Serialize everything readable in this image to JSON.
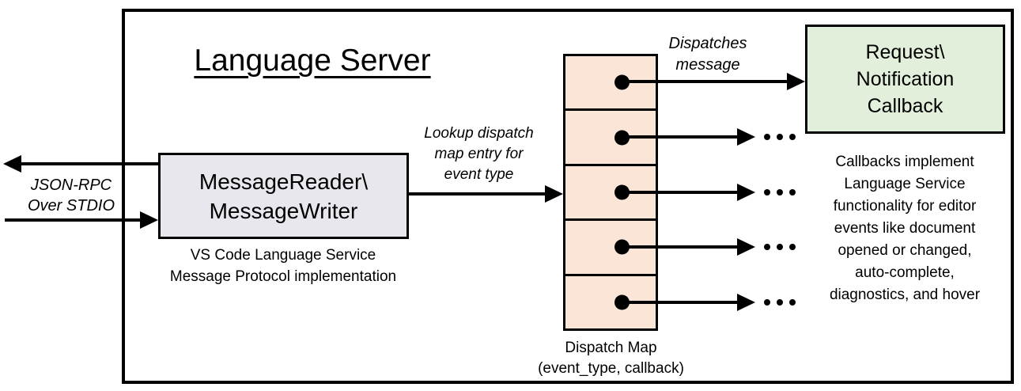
{
  "diagram": {
    "title": "Language Server",
    "io": {
      "label_line1": "JSON-RPC",
      "label_line2": "Over STDIO"
    },
    "reader": {
      "line1": "MessageReader\\",
      "line2": "MessageWriter",
      "caption_line1": "VS Code Language Service",
      "caption_line2": "Message Protocol implementation",
      "fill": "#e8e7ee"
    },
    "lookup": {
      "line1": "Lookup dispatch",
      "line2": "map entry for",
      "line3": "event type"
    },
    "dispatch": {
      "annotation_line1": "Dispatches",
      "annotation_line2": "message",
      "cell_count": 5,
      "label_line1": "Dispatch Map",
      "label_line2": "(event_type, callback)",
      "fill": "#fbe5d6"
    },
    "callback": {
      "line1": "Request\\",
      "line2": "Notification",
      "line3": "Callback",
      "fill": "#e2efda",
      "caption_lines": [
        "Callbacks implement",
        "Language Service",
        "functionality for editor",
        "events like document",
        "opened or changed,",
        "auto-complete,",
        "diagnostics, and hover"
      ]
    },
    "colors": {
      "stroke": "#000000",
      "background": "#ffffff"
    }
  }
}
